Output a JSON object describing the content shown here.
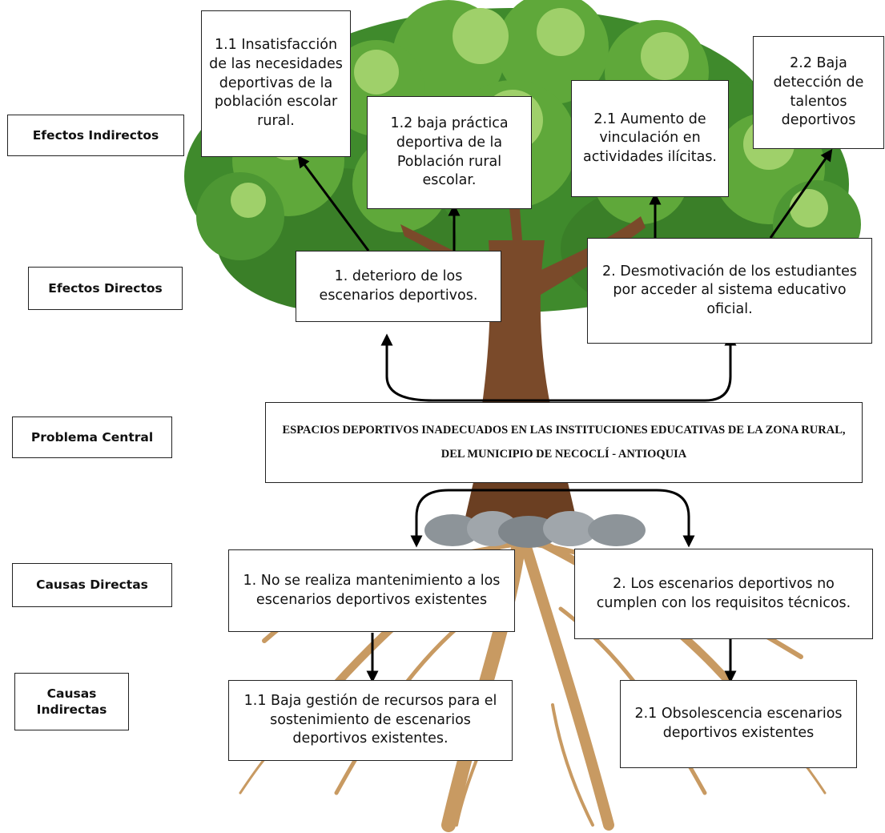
{
  "row_labels": {
    "efectos_indirectos": "Efectos Indirectos",
    "efectos_directos": "Efectos Directos",
    "problema_central": "Problema Central",
    "causas_directas": "Causas Directas",
    "causas_indirectas": "Causas Indirectas"
  },
  "efectos_indirectos": {
    "e1_1": "1.1 Insatisfacción de las necesidades deportivas de la población escolar rural.",
    "e1_2": "1.2 baja práctica deportiva de la Población rural escolar.",
    "e2_1": "2.1 Aumento de vinculación en actividades ilícitas.",
    "e2_2": "2.2 Baja detección de talentos deportivos"
  },
  "efectos_directos": {
    "e1": "1. deterioro de los escenarios deportivos.",
    "e2": "2. Desmotivación de los estudiantes por acceder al sistema educativo oficial."
  },
  "problema_central": "ESPACIOS DEPORTIVOS INADECUADOS EN LAS INSTITUCIONES EDUCATIVAS DE LA ZONA RURAL, DEL MUNICIPIO DE NECOCLÍ - ANTIOQUIA",
  "causas_directas": {
    "c1": "1. No se realiza mantenimiento a los escenarios deportivos existentes",
    "c2": "2. Los escenarios deportivos no cumplen con los requisitos técnicos."
  },
  "causas_indirectas": {
    "c1_1": "1.1 Baja gestión de recursos para el sostenimiento de escenarios deportivos existentes.",
    "c2_1": "2.1 Obsolescencia escenarios deportivos existentes"
  },
  "colors": {
    "foliage_dark": "#3f8a2c",
    "foliage_mid": "#5fa83a",
    "foliage_light": "#9fd06a",
    "trunk": "#7a4a2a",
    "roots": "#c89a62",
    "stones": "#8d9499",
    "arrows": "#000000"
  }
}
